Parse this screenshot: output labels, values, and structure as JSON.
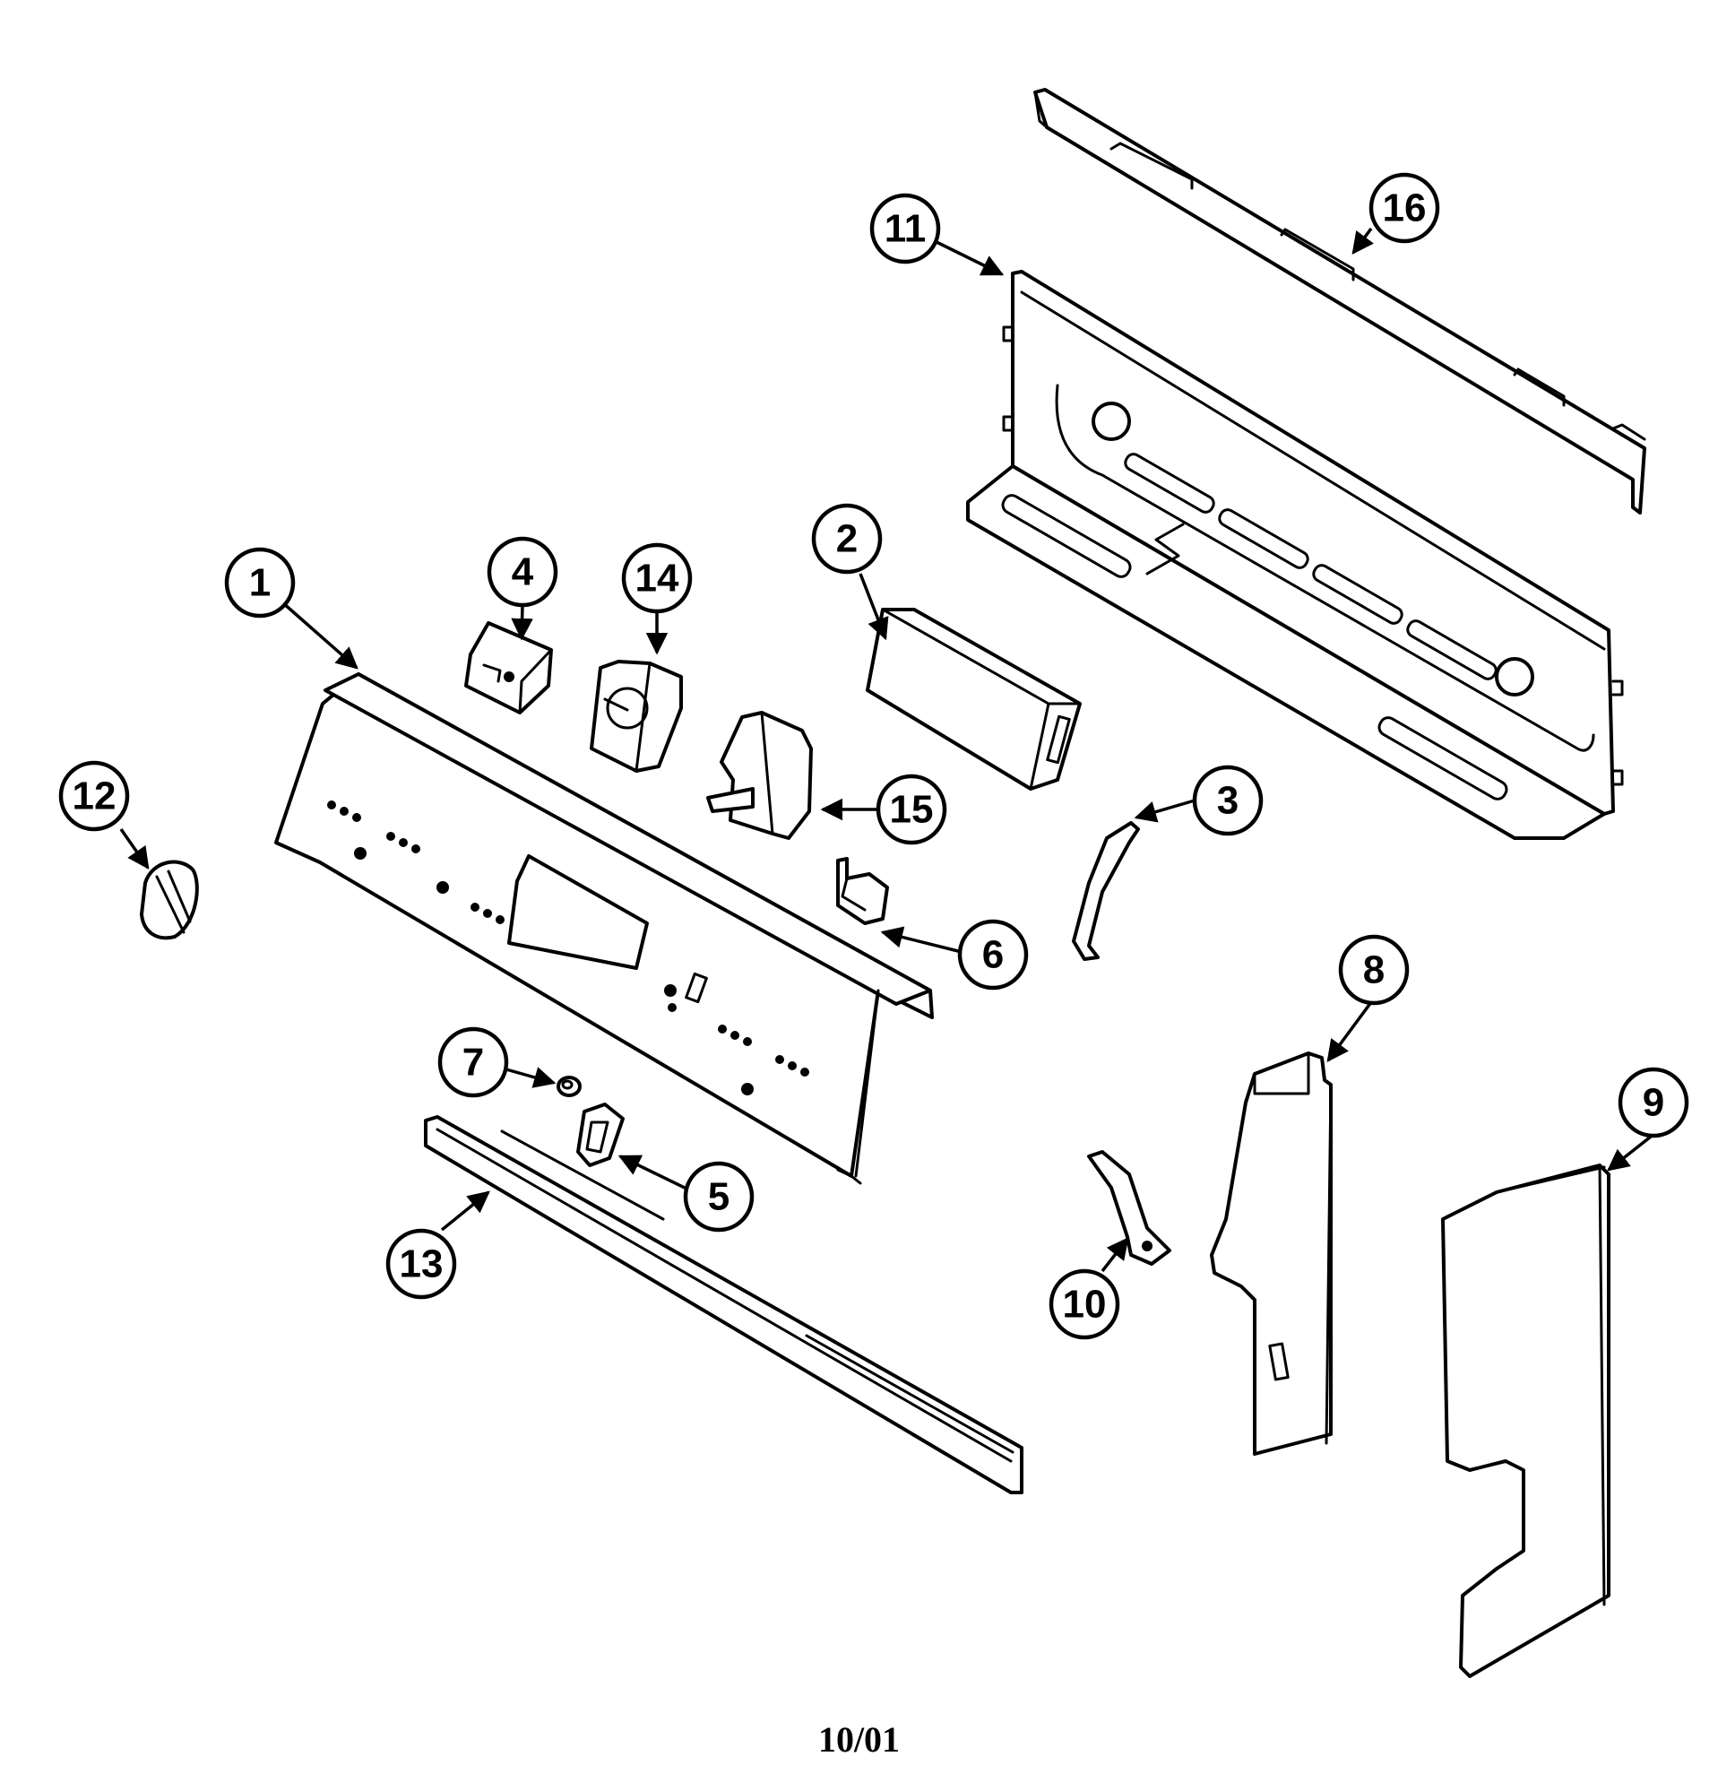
{
  "callouts": [
    {
      "id": "1",
      "label": "1"
    },
    {
      "id": "2",
      "label": "2"
    },
    {
      "id": "3",
      "label": "3"
    },
    {
      "id": "4",
      "label": "4"
    },
    {
      "id": "5",
      "label": "5"
    },
    {
      "id": "6",
      "label": "6"
    },
    {
      "id": "7",
      "label": "7"
    },
    {
      "id": "8",
      "label": "8"
    },
    {
      "id": "9",
      "label": "9"
    },
    {
      "id": "10",
      "label": "10"
    },
    {
      "id": "11",
      "label": "11"
    },
    {
      "id": "12",
      "label": "12"
    },
    {
      "id": "13",
      "label": "13"
    },
    {
      "id": "14",
      "label": "14"
    },
    {
      "id": "15",
      "label": "15"
    },
    {
      "id": "16",
      "label": "16"
    }
  ],
  "footer": {
    "date": "10/01"
  }
}
